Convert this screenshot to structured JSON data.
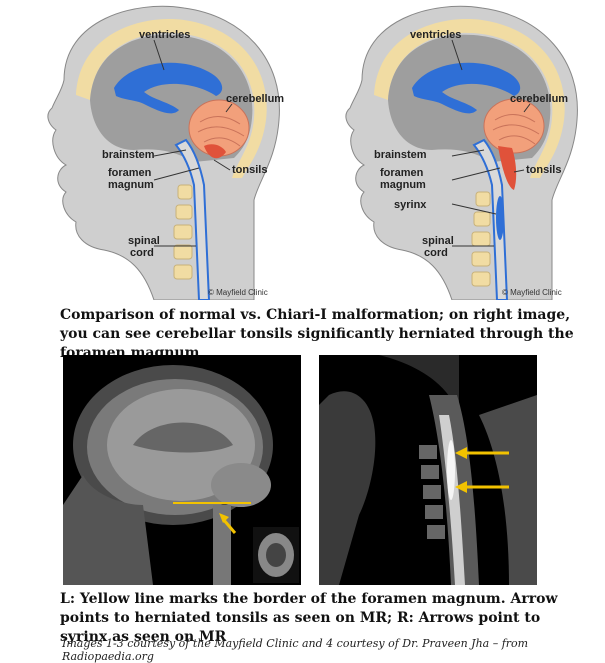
{
  "illustrations": {
    "normal": {
      "labels": {
        "ventricles": "ventricles",
        "cerebellum": "cerebellum",
        "brainstem": "brainstem",
        "tonsils": "tonsils",
        "foramen_line1": "foramen",
        "foramen_line2": "magnum",
        "spinal_line1": "spinal",
        "spinal_line2": "cord"
      },
      "copyright": "© Mayfield Clinic"
    },
    "chiari": {
      "labels": {
        "ventricles": "ventricles",
        "cerebellum": "cerebellum",
        "brainstem": "brainstem",
        "tonsils": "tonsils",
        "foramen_line1": "foramen",
        "foramen_line2": "magnum",
        "syrinx": "syrinx",
        "spinal_line1": "spinal",
        "spinal_line2": "cord"
      },
      "copyright": "© Mayfield Clinic"
    }
  },
  "caption_top": "Comparison of normal vs. Chiari-I malformation; on right image, you can see cerebellar tonsils significantly herniated through the foramen magnum",
  "caption_bottom": "L: Yellow line marks the border of the foramen magnum. Arrow points to herniated tonsils as seen on MR; R: Arrows point to syrinx as seen on MR",
  "credit": "Images 1-3 courtesy of the Mayfield Clinic and 4 courtesy of Dr. Praveen Jha – from Radiopaedia.org",
  "colors": {
    "ventricle_blue": "#2f6fd6",
    "cerebellum_salmon": "#f2a07b",
    "tonsil_red": "#e0523a",
    "bone": "#f1dca3",
    "skin": "#c9c9c9",
    "brain": "#9a9a9a",
    "marker_yellow": "#f2c200"
  }
}
